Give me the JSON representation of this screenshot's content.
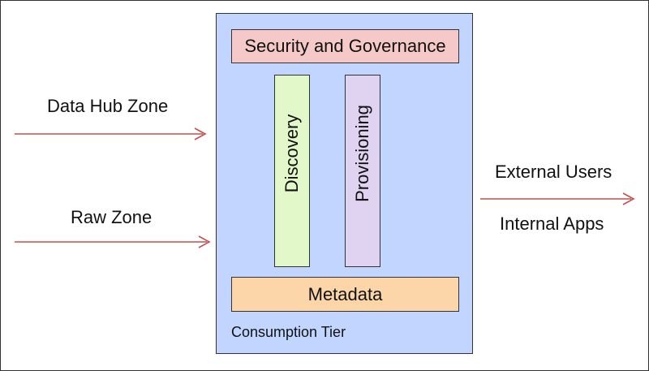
{
  "diagram": {
    "inputs": [
      {
        "label": "Data Hub Zone"
      },
      {
        "label": "Raw Zone"
      }
    ],
    "tier": {
      "label": "Consumption Tier",
      "top_box": "Security and Governance",
      "bottom_box": "Metadata",
      "columns": [
        "Discovery",
        "Provisioning"
      ]
    },
    "outputs": [
      {
        "label": "External Users"
      },
      {
        "label": "Internal Apps"
      }
    ],
    "colors": {
      "tier_fill": "#c2d5ff",
      "security_fill": "#f5c9c7",
      "metadata_fill": "#fcd6a8",
      "discovery_fill": "#e3f8c8",
      "provisioning_fill": "#e0d3f2",
      "arrow": "#c0504d"
    }
  }
}
